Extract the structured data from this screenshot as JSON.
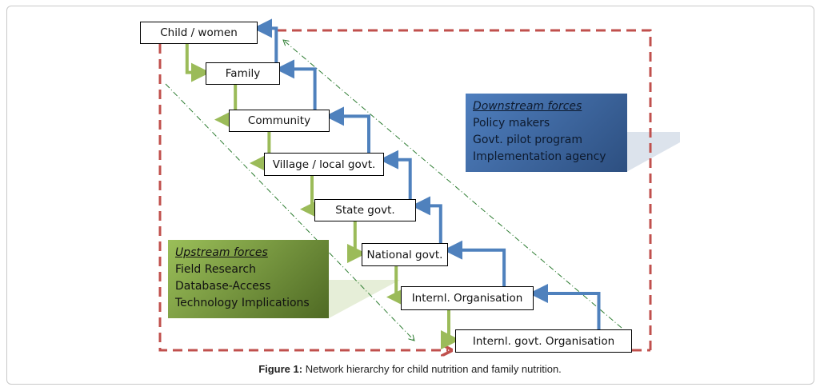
{
  "levels": [
    "Child / women",
    "Family",
    "Community",
    "Village / local govt.",
    "State govt.",
    "National govt.",
    "Internl. Organisation",
    "Internl. govt. Organisation"
  ],
  "downstream": {
    "title": "Downstream forces",
    "items": [
      "Policy makers",
      "Govt. pilot program",
      "Implementation agency"
    ]
  },
  "upstream": {
    "title": "Upstream forces",
    "items": [
      "Field Research",
      "Database-Access",
      "Technology Implications"
    ]
  },
  "caption": {
    "label": "Figure 1:",
    "text": " Network hierarchy for child nutrition and family nutrition."
  },
  "colors": {
    "down_arrow": "#9bbb59",
    "up_arrow": "#4f81bd",
    "loop": "#c0504d",
    "trend": "#2e7d32"
  }
}
